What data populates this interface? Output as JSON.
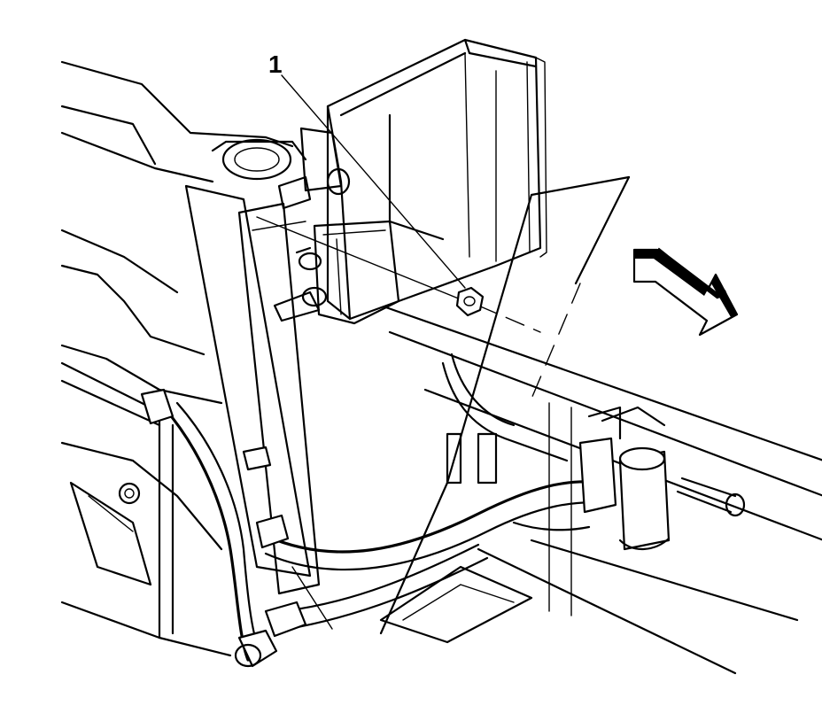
{
  "diagram": {
    "callouts": [
      {
        "label": "1",
        "target": "evap-canister-mounting-nut"
      }
    ],
    "arrow": {
      "direction": "front-of-vehicle"
    },
    "background_color": "#ffffff",
    "line_color": "#000000"
  }
}
